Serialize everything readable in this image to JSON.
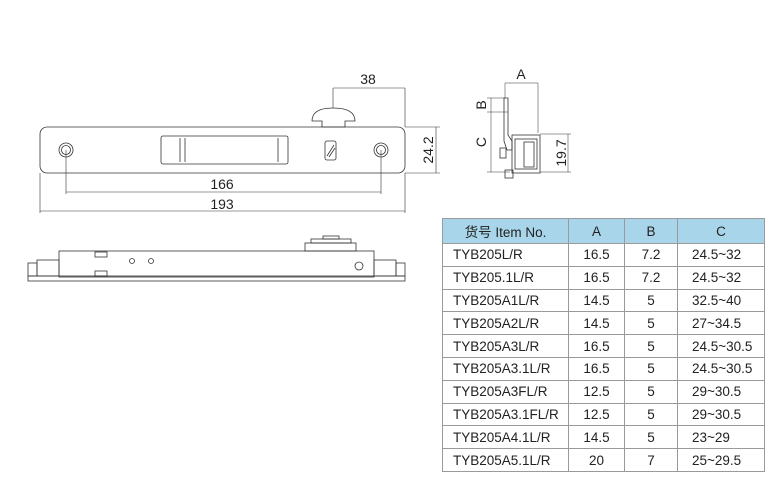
{
  "dimensions": {
    "knob_offset": "38",
    "height": "24.2",
    "hole_spacing": "166",
    "total_length": "193",
    "profile_a": "A",
    "profile_b": "B",
    "profile_c": "C",
    "profile_height": "19.7"
  },
  "table": {
    "headers": [
      "货号 Item No.",
      "A",
      "B",
      "C"
    ],
    "rows": [
      [
        "TYB205L/R",
        "16.5",
        "7.2",
        "24.5~32"
      ],
      [
        "TYB205.1L/R",
        "16.5",
        "7.2",
        "24.5~32"
      ],
      [
        "TYB205A1L/R",
        "14.5",
        "5",
        "32.5~40"
      ],
      [
        "TYB205A2L/R",
        "14.5",
        "5",
        "27~34.5"
      ],
      [
        "TYB205A3L/R",
        "16.5",
        "5",
        "24.5~30.5"
      ],
      [
        "TYB205A3.1L/R",
        "16.5",
        "5",
        "24.5~30.5"
      ],
      [
        "TYB205A3FL/R",
        "12.5",
        "5",
        "29~30.5"
      ],
      [
        "TYB205A3.1FL/R",
        "12.5",
        "5",
        "29~30.5"
      ],
      [
        "TYB205A4.1L/R",
        "14.5",
        "5",
        "23~29"
      ],
      [
        "TYB205A5.1L/R",
        "20",
        "7",
        "25~29.5"
      ]
    ]
  },
  "colors": {
    "header_bg": "#a9d5ea",
    "line": "#333333"
  }
}
